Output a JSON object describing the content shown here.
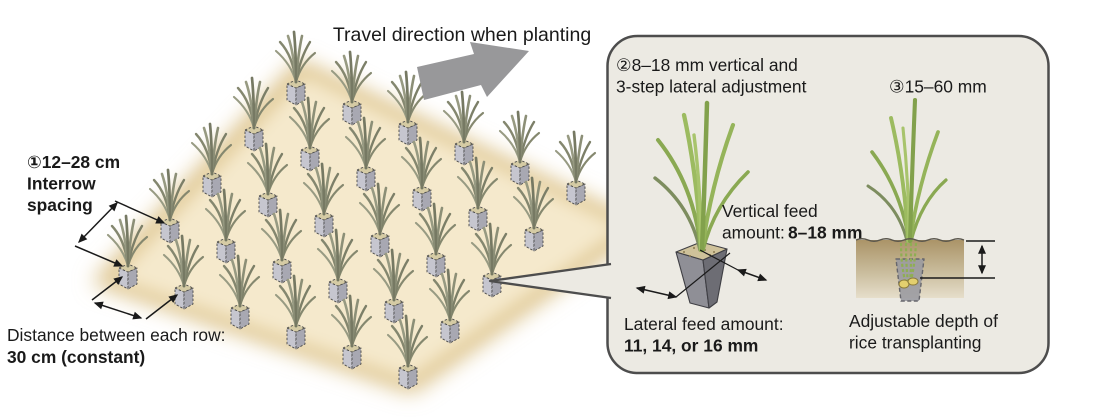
{
  "diagram": {
    "colors": {
      "field_tan": "#f5e9cc",
      "field_glow": "#d9be82",
      "callout_bg": "#eceae3",
      "callout_border": "#4d4d4d",
      "arrow_gray": "#98989a",
      "leaf_green": "#9cbb60",
      "leaf_gray_green": "#8b8e77",
      "soil_brown": "#ad9770",
      "seed_yellow": "#e3cf6e"
    },
    "field": {
      "travel_direction_label": "Travel direction when planting",
      "interrow_label": {
        "line1": "①12–28 cm",
        "line2": "Interrow",
        "line3": "spacing"
      },
      "row_distance_label": {
        "line1": "Distance between each row:",
        "line2": "30 cm (constant)"
      },
      "grid": {
        "rows": 5,
        "cols": 6
      }
    },
    "callout": {
      "vertical_lateral_heading": {
        "line1": "②8–18 mm vertical and",
        "line2": "3-step lateral adjustment"
      },
      "depth_heading": "③15–60 mm",
      "vertical_feed": {
        "line1": "Vertical feed",
        "line2_label": "amount:",
        "line2_value": "8–18 mm"
      },
      "lateral_feed": {
        "label": "Lateral feed amount:",
        "value": "11, 14, or 16 mm"
      },
      "depth_label": {
        "line1": "Adjustable depth of",
        "line2": "rice transplanting"
      }
    }
  }
}
